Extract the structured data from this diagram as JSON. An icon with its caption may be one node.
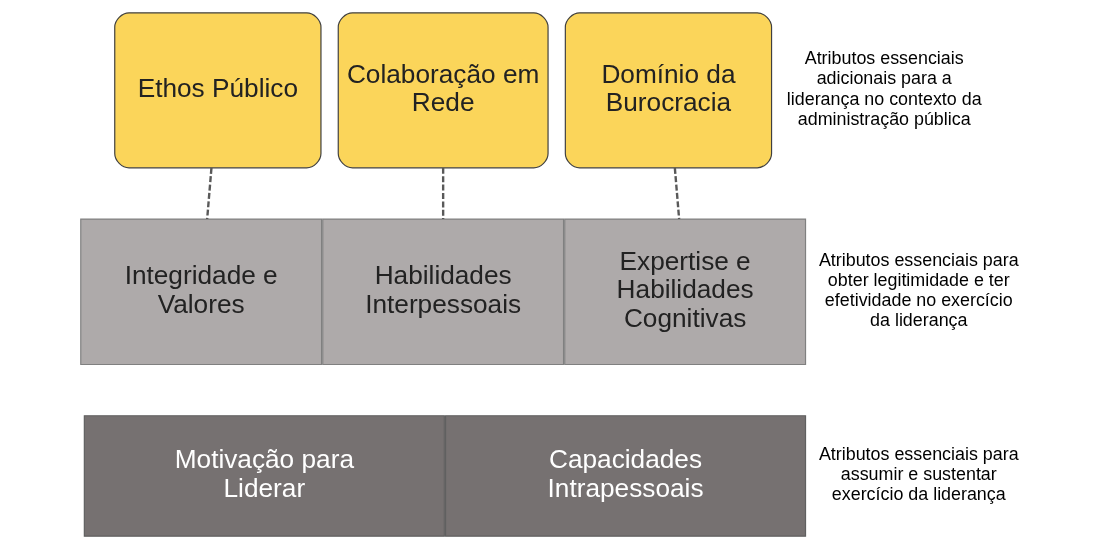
{
  "diagram": {
    "nodes": [
      {
        "text": [
          "Ethos Público"
        ]
      },
      {
        "text": [
          "Colaboração em Rede"
        ]
      },
      {
        "text": [
          "Domínio da Burocracia"
        ]
      },
      {
        "text": [
          "Integridade e Valores"
        ]
      },
      {
        "text": [
          "Habilidades Interpessoais"
        ]
      },
      {
        "text": [
          "Expertise e Habilidades Cognitivas"
        ]
      },
      {
        "text": [
          "Motivação para Liderar"
        ]
      },
      {
        "text": [
          "Capacidades Intrapessoais"
        ]
      }
    ],
    "edges": [
      {
        "from": 0,
        "to": 3,
        "arrow": "none",
        "style": "dashed"
      },
      {
        "from": 1,
        "to": 4,
        "arrow": "none",
        "style": "dashed"
      },
      {
        "from": 2,
        "to": 5,
        "arrow": "none",
        "style": "dashed"
      }
    ],
    "labels": [
      "Atributos essenciais adicionais para a liderança no contexto da administração pública",
      "Atributos essenciais para obter legitimidade e ter efetividade no exercício da liderança",
      "Atributos essenciais para assumir e sustentar exercício da liderança"
    ]
  }
}
